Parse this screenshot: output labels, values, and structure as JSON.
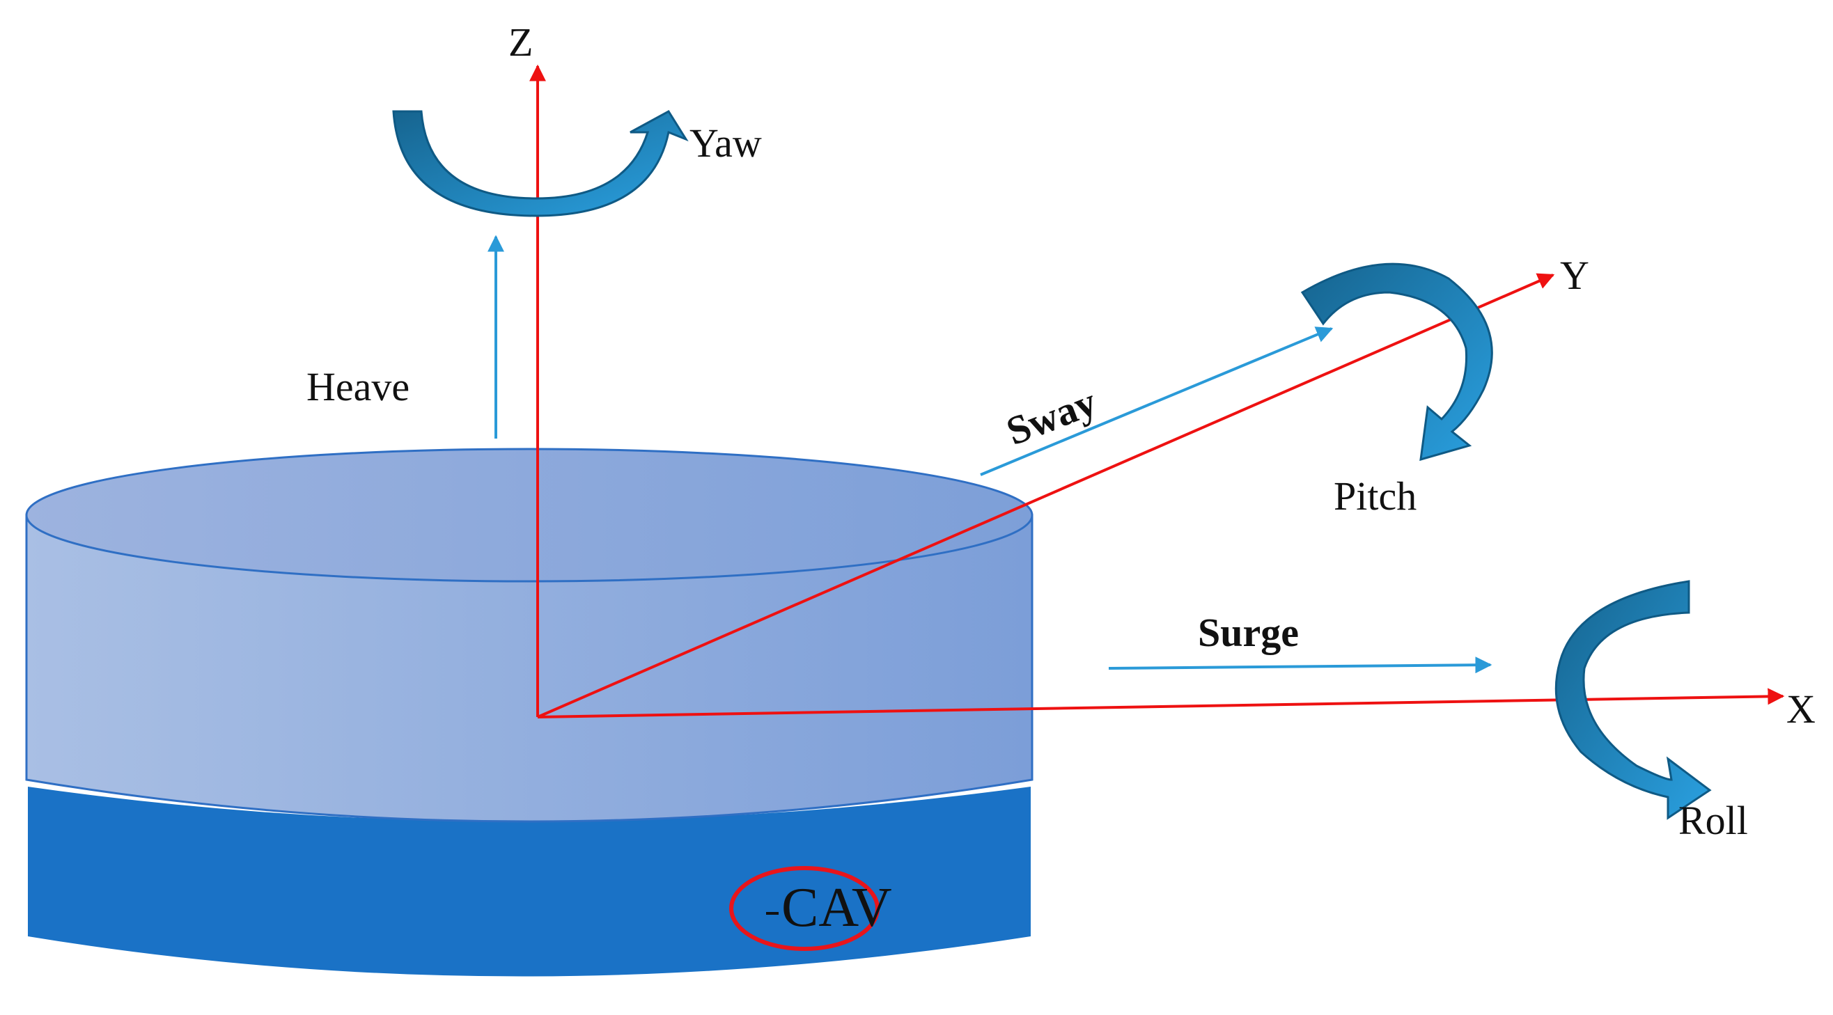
{
  "labels": {
    "z_axis": "Z",
    "y_axis": "Y",
    "x_axis": "X",
    "yaw": "Yaw",
    "heave": "Heave",
    "sway": "Sway",
    "pitch": "Pitch",
    "surge": "Surge",
    "roll": "Roll",
    "badge": "CAV"
  },
  "colors": {
    "axis": "#ee1111",
    "motion_arrow": "#2a9ad8",
    "rotation_arrow_dark": "#1a6f9c",
    "rotation_arrow_light": "#2c9bd9",
    "cylinder_top": "#8aa6da",
    "cylinder_body_light": "#a7bde3",
    "cylinder_body_dark": "#7ea0d8",
    "cylinder_base": "#1a72c6",
    "outline": "#2f6fc4",
    "badge_ring": "#e8151b"
  },
  "icons": [
    "yaw-rotation-arrow-icon",
    "pitch-rotation-arrow-icon",
    "roll-rotation-arrow-icon"
  ]
}
